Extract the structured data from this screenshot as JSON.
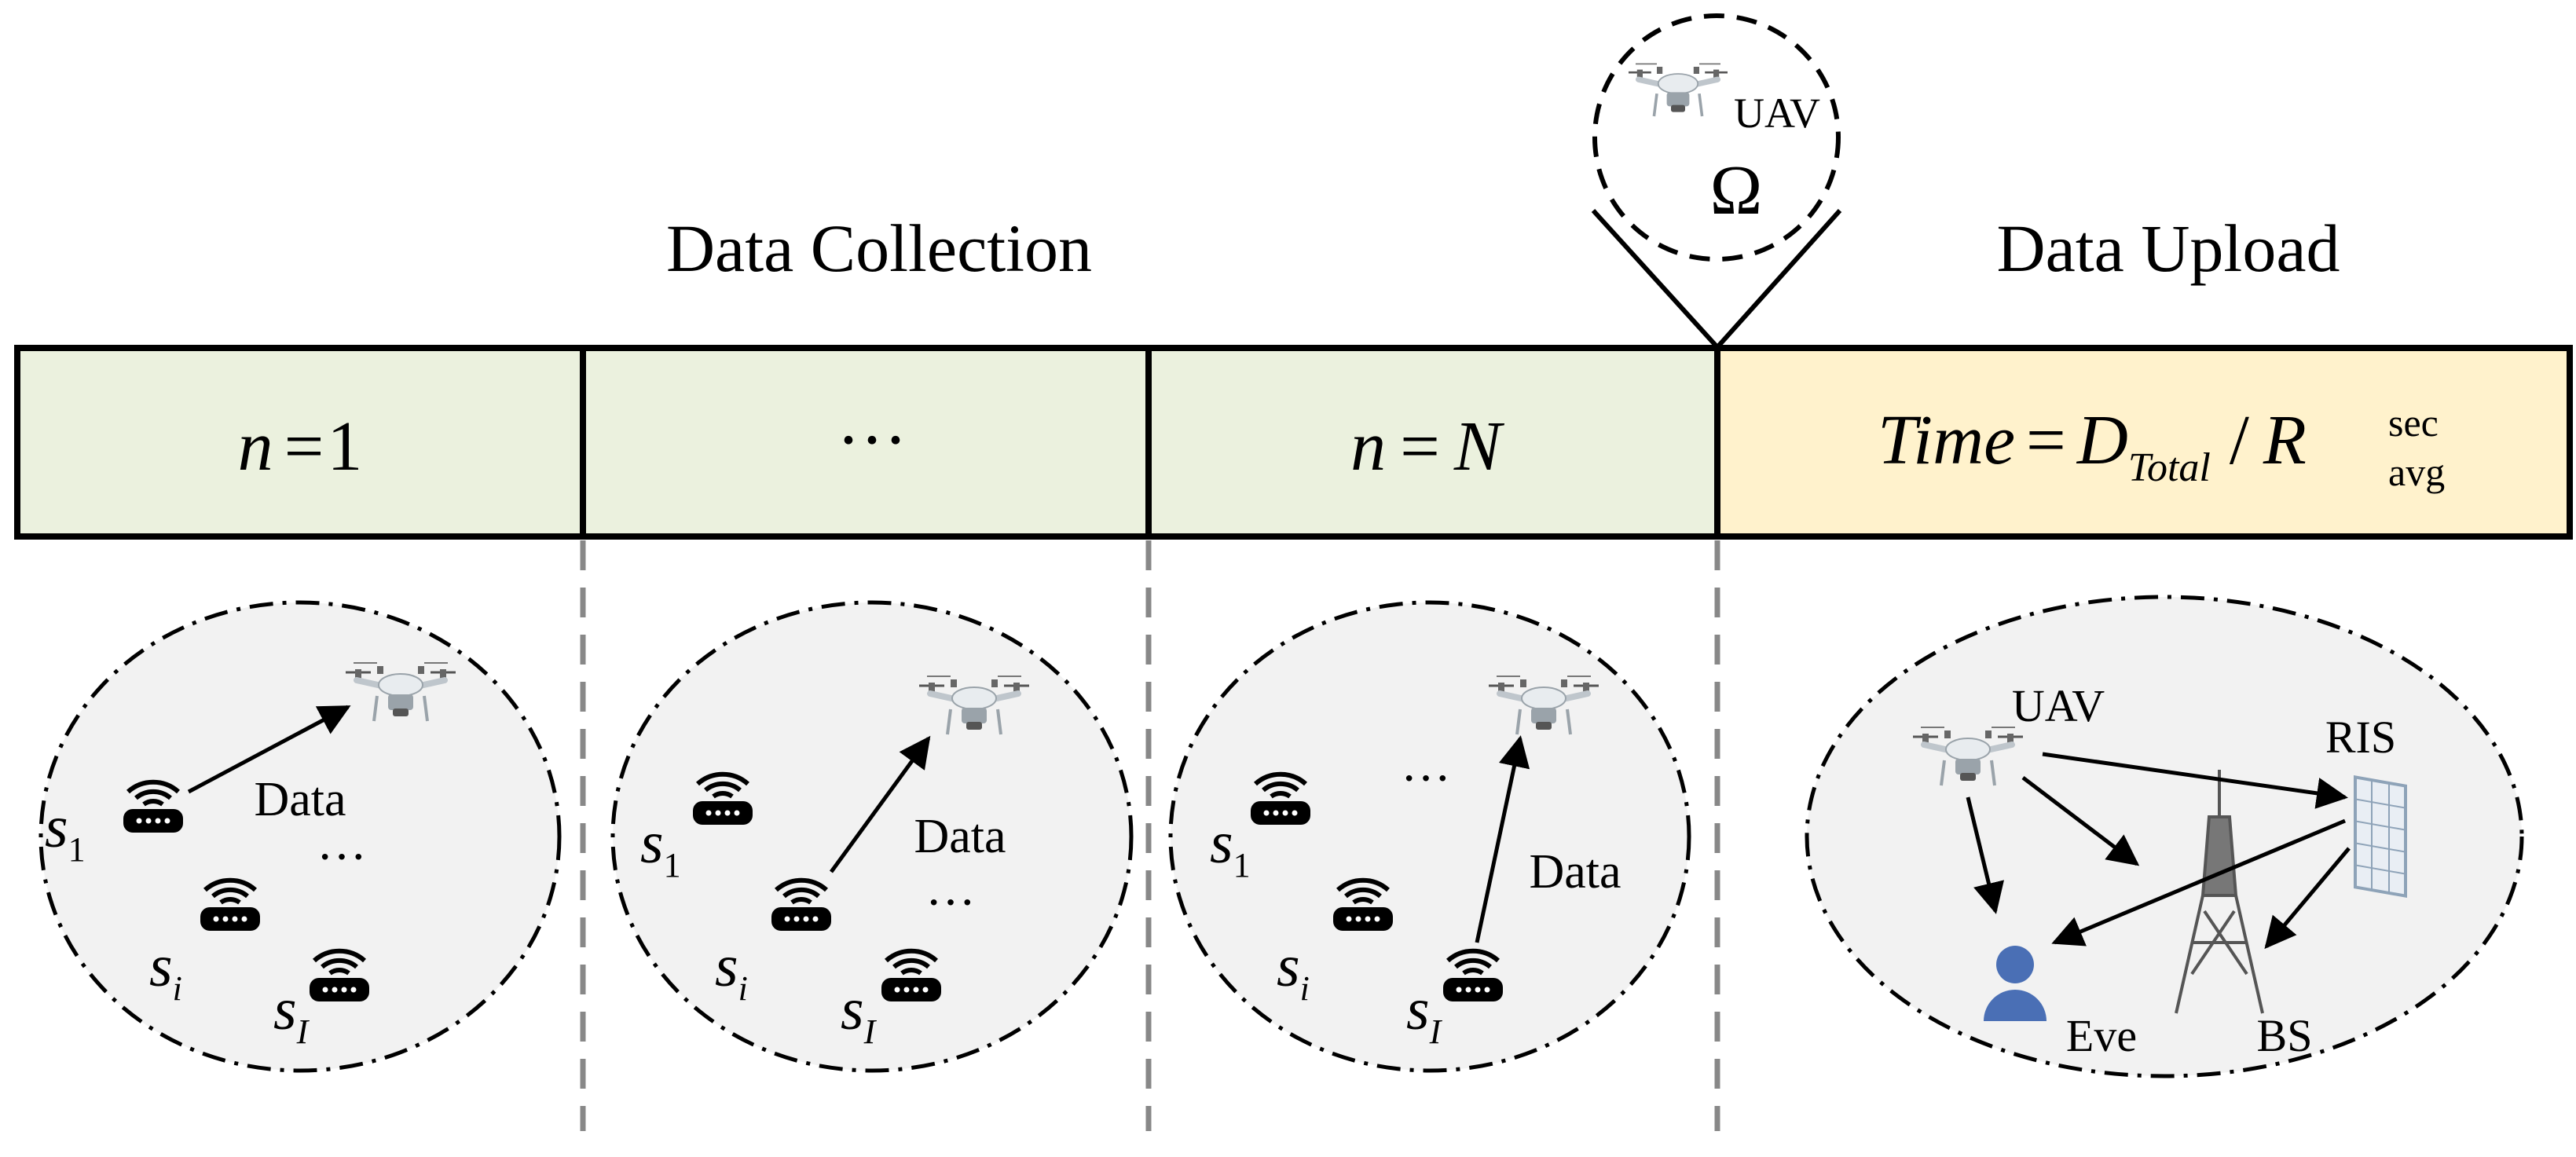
{
  "header": {
    "collection_title": "Data Collection",
    "upload_title": "Data Upload"
  },
  "callout": {
    "uav_label": "UAV",
    "omega_label": "Ω"
  },
  "timeline": {
    "slot1": {
      "var": "n",
      "eq": "=",
      "val": "1"
    },
    "slot_mid": {
      "text": "···"
    },
    "slotN": {
      "var": "n",
      "eq": "=",
      "val": "N"
    },
    "upload": {
      "time": "Time",
      "eq": "=",
      "d": "D",
      "d_sub": "Total",
      "slash": "/",
      "r": "R",
      "r_sup": "sec",
      "r_sub": "avg"
    },
    "colors": {
      "collection_fill": "#ebf1de",
      "upload_fill": "#fff2cc"
    }
  },
  "panels": {
    "slot1": {
      "s1": "s",
      "s1_sub": "1",
      "si": "s",
      "si_sub": "i",
      "sI": "s",
      "sI_sub": "I",
      "data": "Data",
      "dots": "···"
    },
    "slot_mid": {
      "s1": "s",
      "s1_sub": "1",
      "si": "s",
      "si_sub": "i",
      "sI": "s",
      "sI_sub": "I",
      "data": "Data",
      "dots": "···"
    },
    "slotN": {
      "s1": "s",
      "s1_sub": "1",
      "si": "s",
      "si_sub": "i",
      "sI": "s",
      "sI_sub": "I",
      "data": "Data",
      "dots": "···"
    },
    "upload": {
      "uav": "UAV",
      "ris": "RIS",
      "eve": "Eve",
      "bs": "BS"
    }
  }
}
